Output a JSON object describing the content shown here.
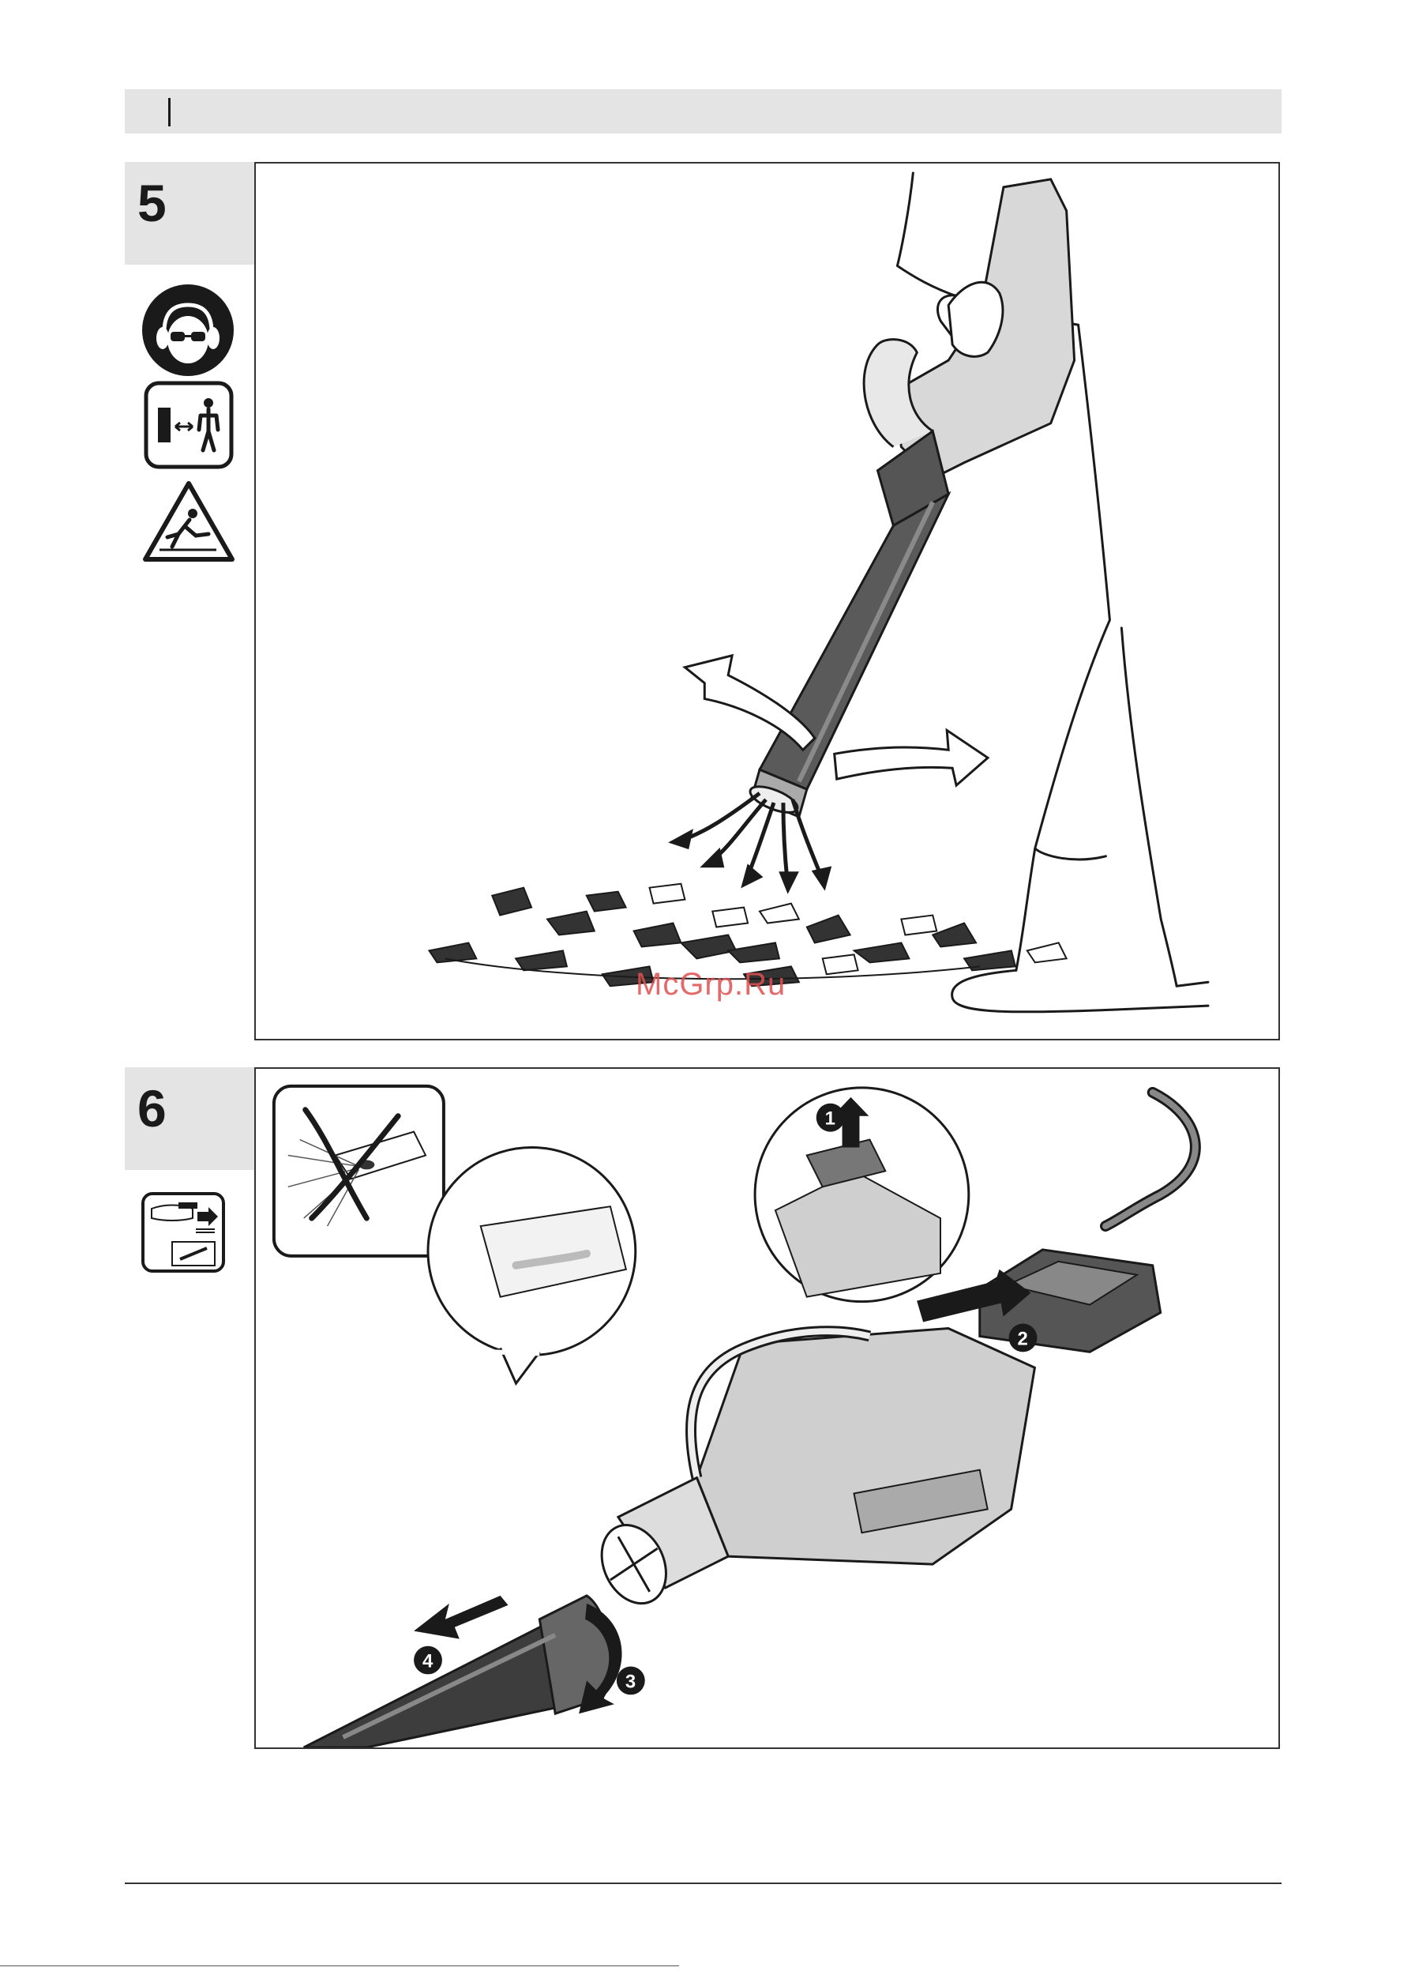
{
  "page": {
    "watermark": "McGrp.Ru"
  },
  "steps": [
    {
      "number": "5",
      "icons": [
        "ear-eye-protection-icon",
        "keep-distance-icon",
        "slippery-surface-warning-icon"
      ]
    },
    {
      "number": "6",
      "icons": [
        "disconnect-power-icon"
      ],
      "callouts": [
        "1",
        "2",
        "3",
        "4"
      ]
    }
  ],
  "colors": {
    "accent_gray": "#e4e4e4",
    "line": "#1a1a1a",
    "watermark": "#e05050"
  }
}
